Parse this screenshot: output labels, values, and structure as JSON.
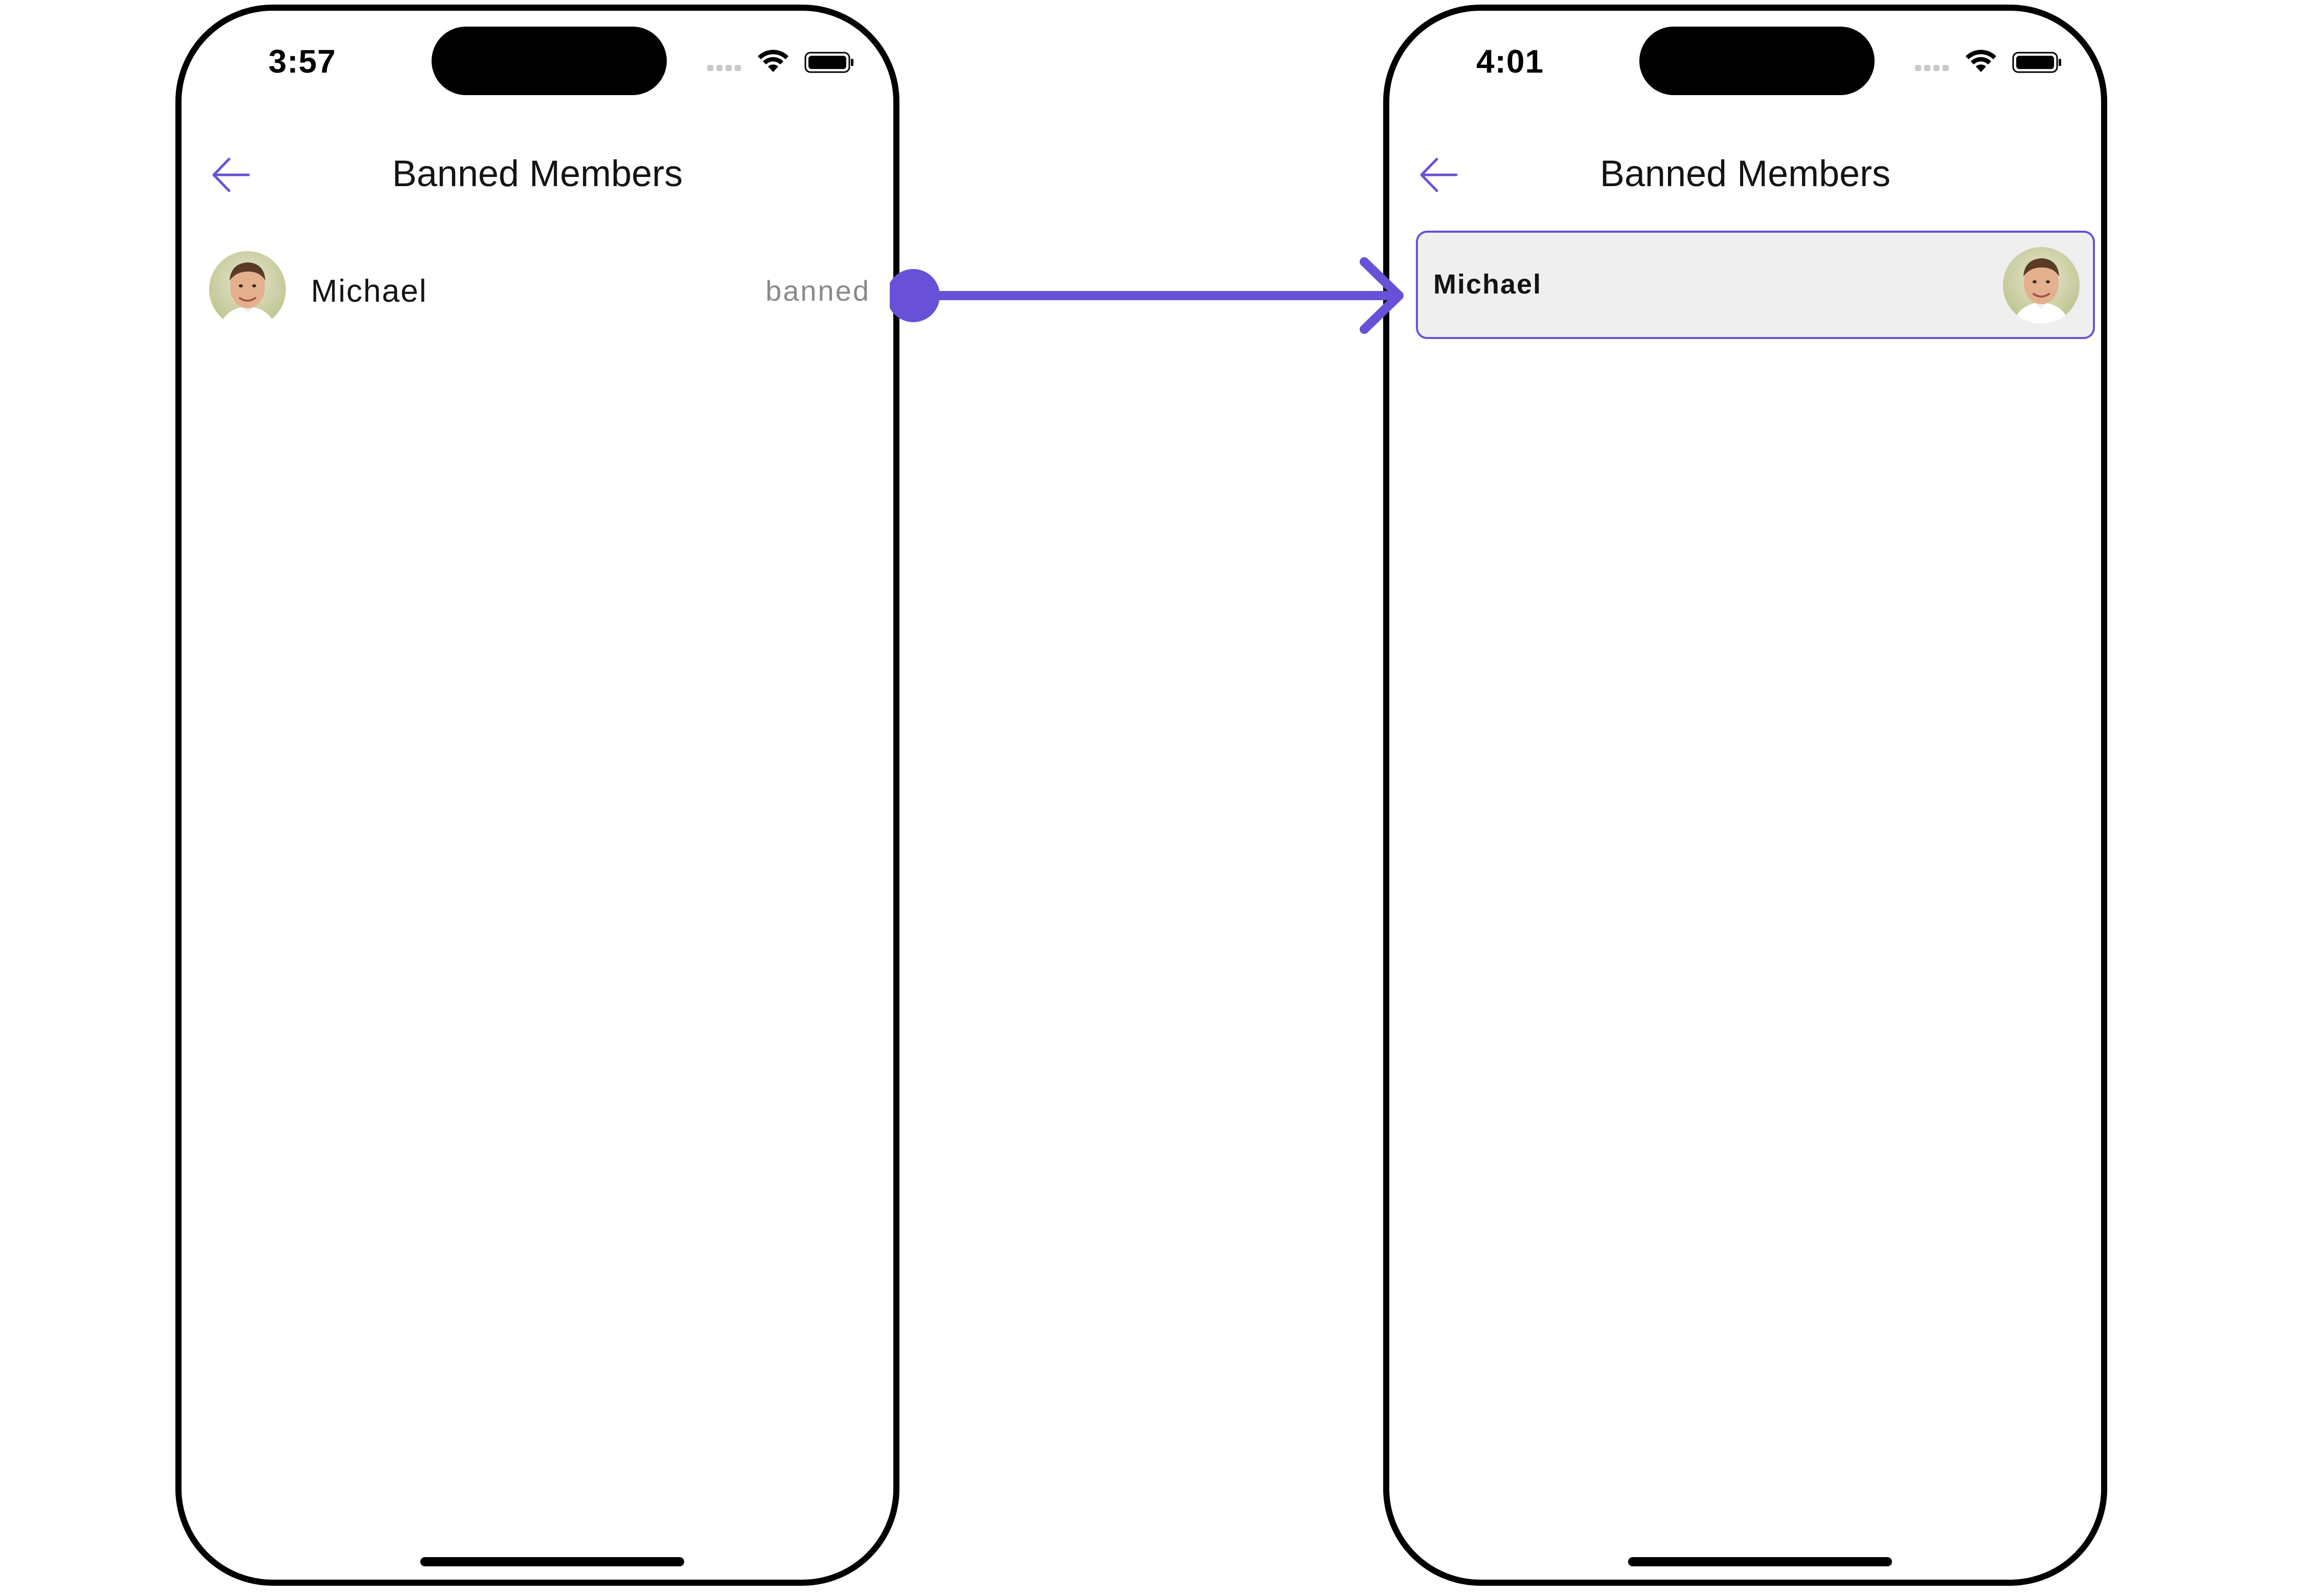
{
  "colors": {
    "accent": "#6851D6",
    "card_background": "#EFEFEF",
    "status_text": "#8A8A8A",
    "frame": "#000000"
  },
  "left_screen": {
    "status_bar": {
      "time": "3:57"
    },
    "header": {
      "title": "Banned Members",
      "back_icon": "arrow-left-icon"
    },
    "members": [
      {
        "name": "Michael",
        "status": "banned",
        "avatar": "avatar-michael"
      }
    ]
  },
  "right_screen": {
    "status_bar": {
      "time": "4:01"
    },
    "header": {
      "title": "Banned Members",
      "back_icon": "arrow-left-icon"
    },
    "members": [
      {
        "name": "Michael",
        "avatar": "avatar-michael"
      }
    ]
  },
  "connector": {
    "type": "arrow",
    "from": "left_screen",
    "to": "right_screen"
  }
}
